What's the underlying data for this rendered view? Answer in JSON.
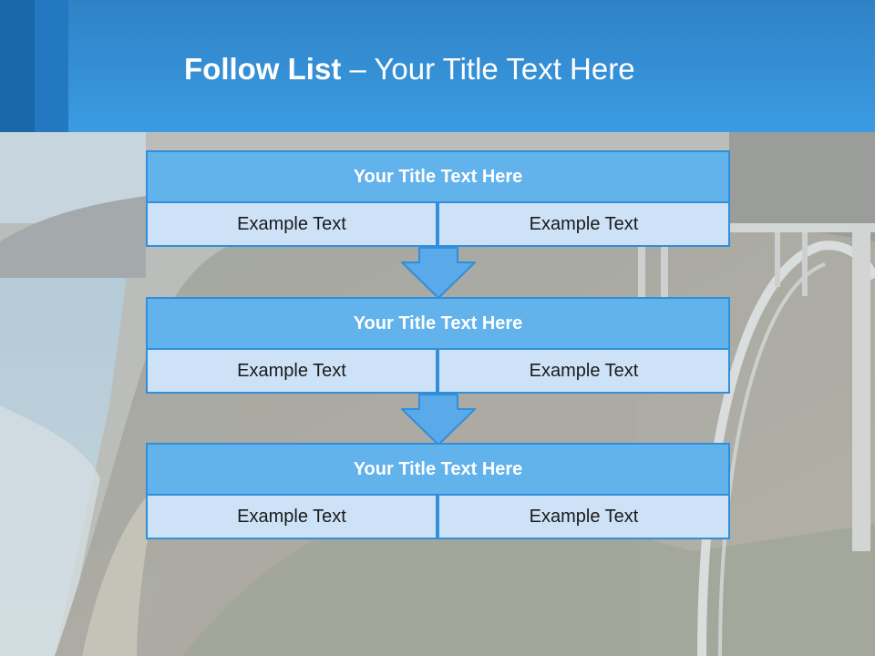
{
  "header": {
    "title_bold": "Follow List",
    "title_rest": " – Your Title Text Here"
  },
  "steps": [
    {
      "title": "Your Title Text Here",
      "left": "Example Text",
      "right": "Example Text"
    },
    {
      "title": "Your Title Text Here",
      "left": "Example Text",
      "right": "Example Text"
    },
    {
      "title": "Your Title Text Here",
      "left": "Example Text",
      "right": "Example Text"
    }
  ],
  "colors": {
    "header": "#3b9be2",
    "box_title": "#62b2ec",
    "box_cell": "#cde2f7",
    "border": "#2f8fdb",
    "arrow": "#5aaaea"
  },
  "icons": [
    "down-arrow-icon"
  ]
}
